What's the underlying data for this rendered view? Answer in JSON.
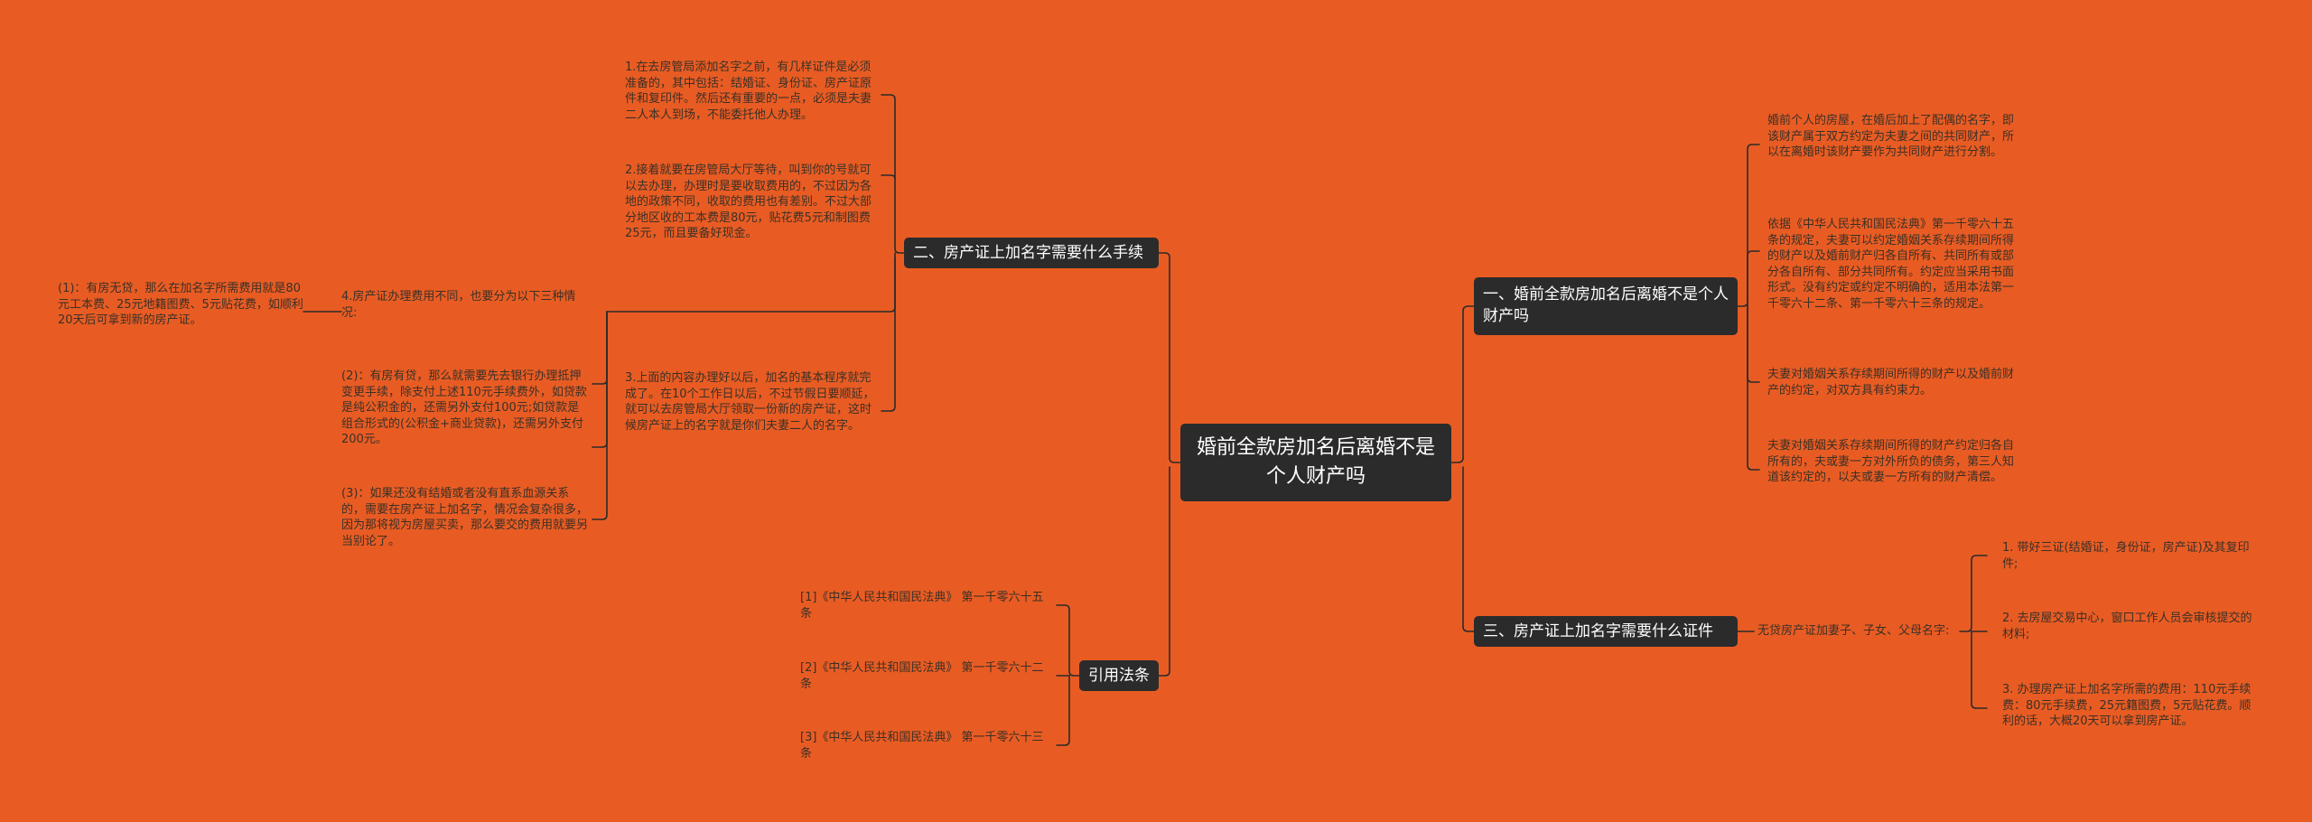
{
  "colors": {
    "background": "#e85c23",
    "node_fill": "#2b2b2b",
    "node_text": "#ffffff",
    "leaf_text": "#3b3027",
    "line": "#2b2b2b"
  },
  "root": "婚前全款房加名后离婚不是个人财产吗",
  "left": {
    "b2": {
      "label": "二、房产证上加名字需要什么手续",
      "items": [
        "1.在去房管局添加名字之前，有几样证件是必须准备的，其中包括：结婚证、身份证、房产证原件和复印件。然后还有重要的一点，必须是夫妻二人本人到场，不能委托他人办理。",
        "2.接着就要在房管局大厅等待，叫到你的号就可以去办理，办理时是要收取费用的，不过因为各地的政策不同，收取的费用也有差别。不过大部分地区收的工本费是80元，贴花费5元和制图费25元，而且要备好现金。",
        "4.房产证办理费用不同，也要分为以下三种情况:",
        "3.上面的内容办理好以后，加名的基本程序就完成了。在10个工作日以后，不过节假日要顺延，就可以去房管局大厅领取一份新的房产证，这时候房产证上的名字就是你们夫妻二人的名字。"
      ],
      "sub": [
        "(1)：有房无贷，那么在加名字所需费用就是80元工本费、25元地籍图费、5元贴花费，如顺利20天后可拿到新的房产证。",
        "(2)：有房有贷，那么就需要先去银行办理抵押变更手续，除支付上述110元手续费外，如贷款是纯公积金的，还需另外支付100元;如贷款是组合形式的(公积金+商业贷款)，还需另外支付200元。",
        "(3)：如果还没有结婚或者没有直系血源关系的，需要在房产证上加名字，情况会复杂很多，因为那将视为房屋买卖，那么要交的费用就要另当别论了。"
      ]
    },
    "refs": {
      "label": "引用法条",
      "items": [
        "[1]《中华人民共和国民法典》 第一千零六十五条",
        "[2]《中华人民共和国民法典》 第一千零六十二条",
        "[3]《中华人民共和国民法典》 第一千零六十三条"
      ]
    }
  },
  "right": {
    "b1": {
      "label": "一、婚前全款房加名后离婚不是个人财产吗",
      "items": [
        "婚前个人的房屋，在婚后加上了配偶的名字，即该财产属于双方约定为夫妻之间的共同财产，所以在离婚时该财产要作为共同财产进行分割。",
        "依据《中华人民共和国民法典》第一千零六十五条的规定，夫妻可以约定婚姻关系存续期间所得的财产以及婚前财产归各自所有、共同所有或部分各自所有、部分共同所有。约定应当采用书面形式。没有约定或约定不明确的，适用本法第一千零六十二条、第一千零六十三条的规定。",
        "夫妻对婚姻关系存续期间所得的财产以及婚前财产的约定，对双方具有约束力。",
        "夫妻对婚姻关系存续期间所得的财产约定归各自所有的，夫或妻一方对外所负的债务，第三人知道该约定的，以夫或妻一方所有的财产清偿。"
      ]
    },
    "b3": {
      "label": "三、房产证上加名字需要什么证件",
      "mid": "无贷房产证加妻子、子女、父母名字:",
      "items": [
        "1. 带好三证(结婚证，身份证，房产证)及其复印件;",
        "2. 去房屋交易中心，窗口工作人员会审核提交的材料;",
        "3. 办理房产证上加名字所需的费用：110元手续费：80元手续费，25元籍图费，5元贴花费。顺利的话，大概20天可以拿到房产证。"
      ]
    }
  }
}
